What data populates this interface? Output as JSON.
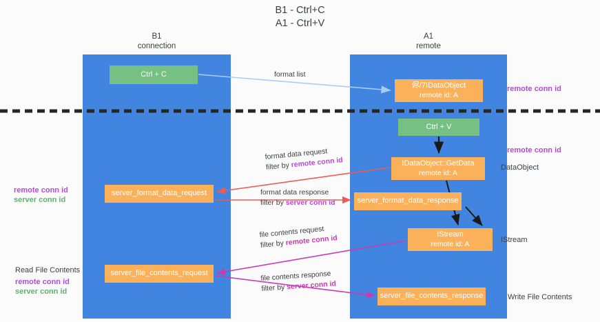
{
  "diagram": {
    "title": "B1 - Ctrl+C\nA1 - Ctrl+V",
    "lanes": [
      {
        "id": "b1",
        "header": "B1\nconnection"
      },
      {
        "id": "a1",
        "header": "A1\nremote"
      }
    ],
    "nodes": {
      "ctrl_c": {
        "label": "Ctrl + C",
        "color": "#77c083"
      },
      "idataobject": {
        "label": "侭/7IDataObject",
        "sub": "remote id: A",
        "color": "#fbb15a"
      },
      "ctrl_v": {
        "label": "Ctrl + V",
        "color": "#77c083"
      },
      "getdata": {
        "label": "IDataObject::GetData",
        "sub": "remote id: A",
        "color": "#fbb15a"
      },
      "server_format_data_request": {
        "label": "server_format_data_request",
        "color": "#fbb15a"
      },
      "server_format_data_response": {
        "label": "server_format_data_response",
        "color": "#fbb15a"
      },
      "istream": {
        "label": "IStream",
        "sub": "remote id: A",
        "color": "#fbb15a"
      },
      "server_file_contents_request": {
        "label": "server_file_contents_request",
        "color": "#fbb15a"
      },
      "server_file_contents_response": {
        "label": "server_file_contents_response",
        "color": "#fbb15a"
      }
    },
    "edge_labels": {
      "format_list": "format list",
      "format_data_request": "format data request",
      "format_data_request_filter_prefix": "filter by ",
      "format_data_request_filter_key": "remote conn id",
      "format_data_response": "format data response",
      "format_data_response_filter_prefix": "filter by ",
      "format_data_response_filter_key": "server conn id",
      "file_contents_request": "file contents request",
      "file_contents_request_filter_prefix": "filter by ",
      "file_contents_request_filter_key": "remote conn id",
      "file_contents_response": "file contents response",
      "file_contents_response_filter_prefix": "filter by ",
      "file_contents_response_filter_key": "server conn id"
    },
    "side_labels": {
      "remote_conn_id_top": "remote conn id",
      "remote_conn_id_mid": "remote conn id",
      "dataobject": "DataObject",
      "istream": "IStream",
      "write_file_contents": "Write File Contents",
      "read_file_contents": "Read File Contents",
      "left_remote_conn_id": "remote conn id",
      "left_server_conn_id": "server conn id",
      "left_bottom_remote_conn_id": "remote conn id",
      "left_bottom_server_conn_id": "server conn id"
    },
    "colors": {
      "lane": "#4285e0",
      "green_node": "#77c083",
      "orange_node": "#fbb15a",
      "purple_key": "#b24bd6",
      "green_key": "#5db36d",
      "magenta_key": "#c93bb0",
      "divider": "#262626",
      "blue_arrow": "#a8cdf0",
      "red_arrow": "#ef5b52",
      "black_arrow": "#1a1a1a"
    }
  }
}
